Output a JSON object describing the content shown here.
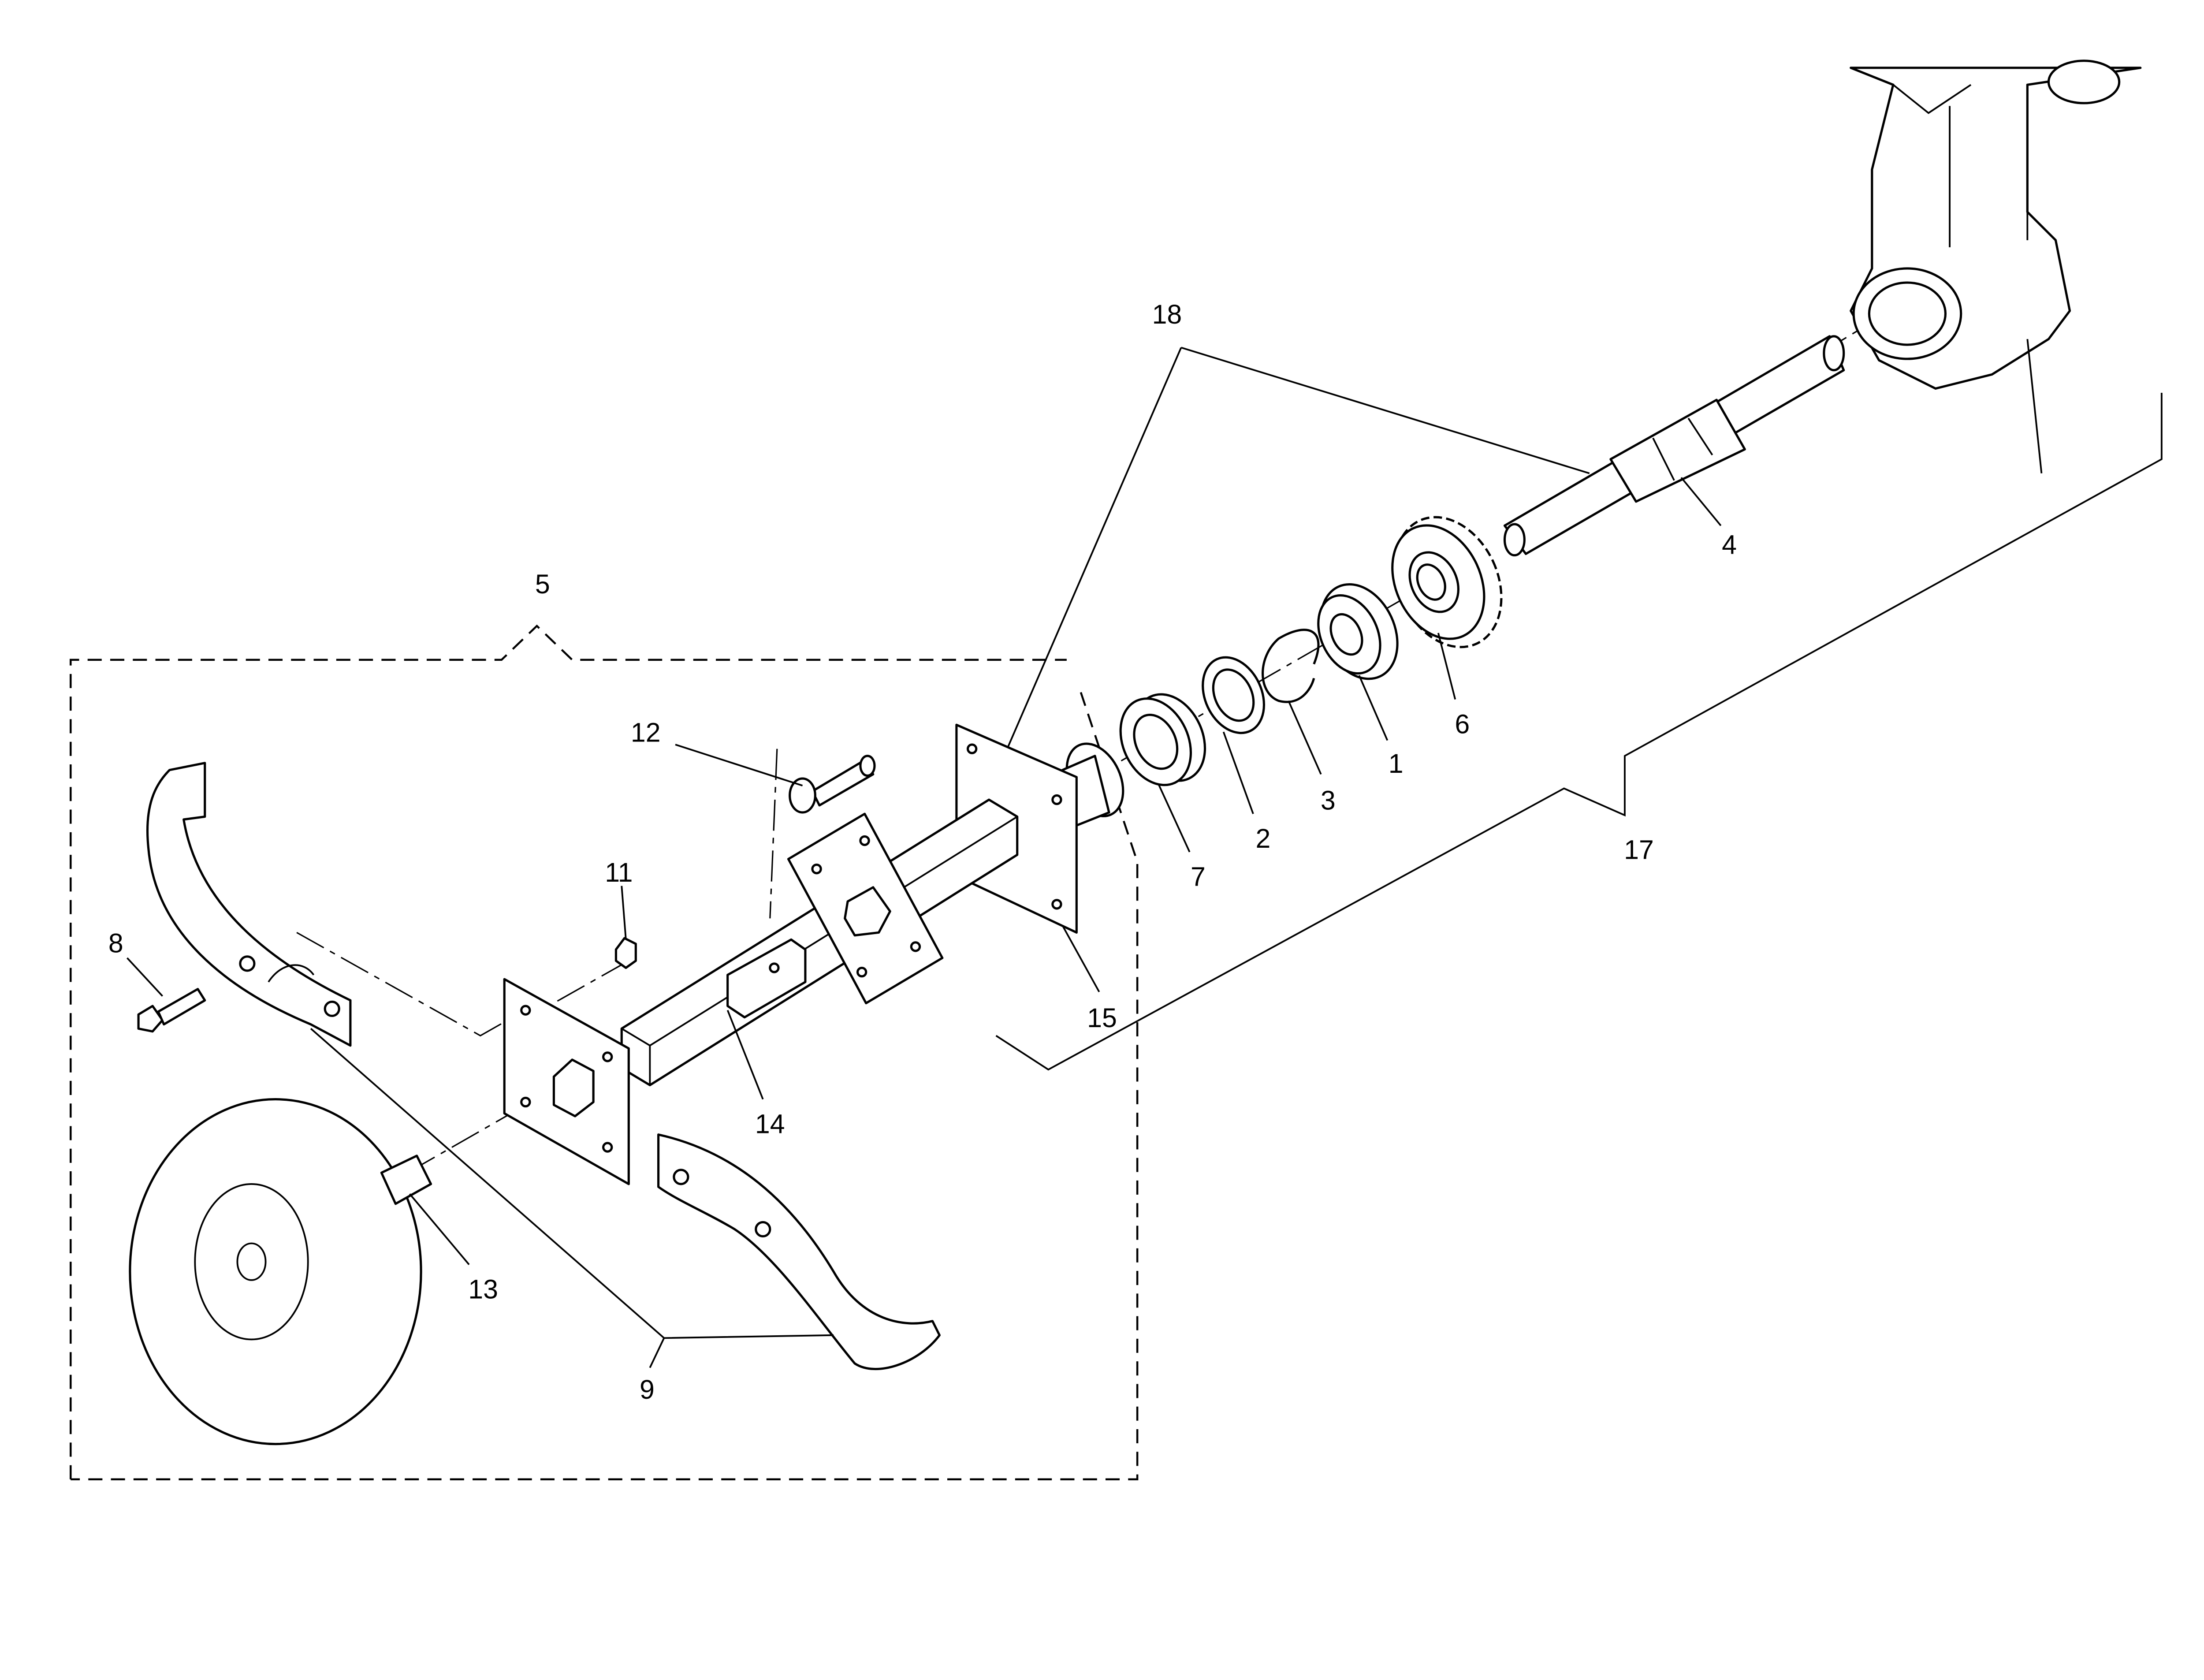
{
  "diagram": {
    "type": "exploded parts drawing",
    "callouts": {
      "c1": "1",
      "c2": "2",
      "c3": "3",
      "c4": "4",
      "c5": "5",
      "c6": "6",
      "c7": "7",
      "c8": "8",
      "c9": "9",
      "c11": "11",
      "c12": "12",
      "c13": "13",
      "c14": "14",
      "c15": "15",
      "c17": "17",
      "c18": "18"
    },
    "colors": {
      "line": "#000000",
      "background": "#ffffff"
    }
  }
}
